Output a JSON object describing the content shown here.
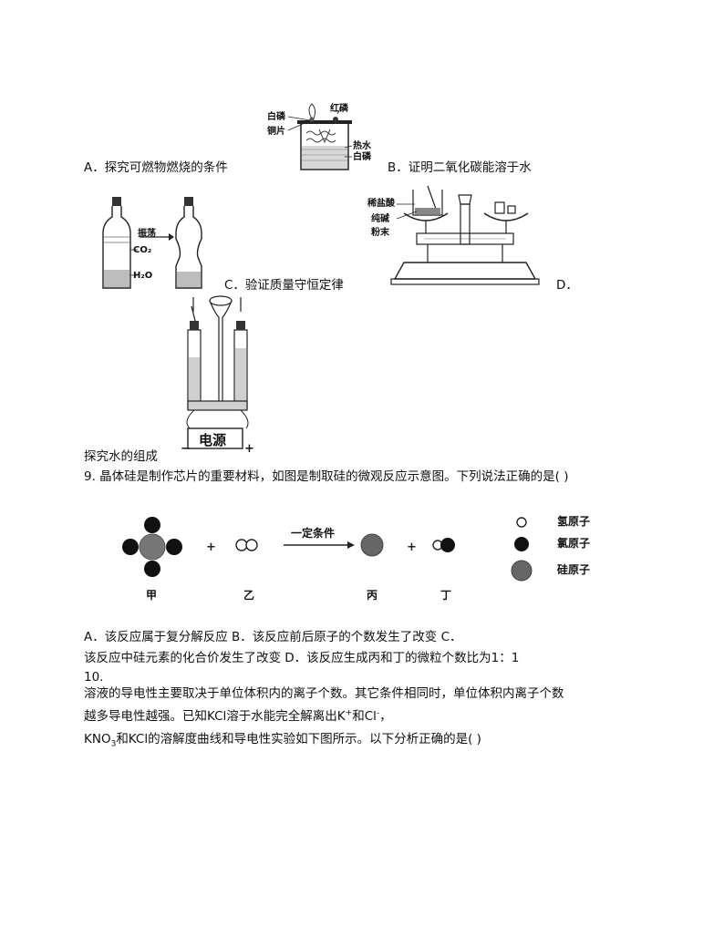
{
  "apparatus": {
    "burn": {
      "label_red_p": "红磷",
      "label_white_p": "白磷",
      "label_copper": "铜片",
      "label_hot_water": "热水",
      "label_white_p2": "白磷"
    },
    "bottle": {
      "label_shake": "振荡",
      "label_co2": "CO₂",
      "label_h2o": "H₂O"
    },
    "balance": {
      "label_acid": "稀盐酸",
      "label_soda": "纯碱",
      "label_powder": "粉末"
    },
    "electrolysis": {
      "label_power": "电源",
      "label_minus": "−",
      "label_plus": "+"
    }
  },
  "options_q8": {
    "a": "A．探究可燃物燃烧的条件",
    "b": "B．证明二氧化碳能溶于水",
    "c": "C．验证质量守恒定律",
    "d": "D．",
    "d_text": "探究水的组成"
  },
  "question9": {
    "stem": "9. 晶体硅是制作芯片的重要材料，如图是制取硅的微观反应示意图。下列说法正确的是(   )",
    "diagram": {
      "condition": "一定条件",
      "labels": [
        "甲",
        "乙",
        "丙",
        "丁"
      ],
      "plus": "+",
      "legend": [
        "氢原子",
        "氯原子",
        "硅原子"
      ]
    },
    "options_line1": "A．该反应属于复分解反应 B．该反应前后原子的个数发生了改变 C．",
    "options_line2": "该反应中硅元素的化合价发生了改变 D．该反应生成丙和丁的微粒个数比为1：1"
  },
  "question10": {
    "number": "10.",
    "line1": "溶液的导电性主要取决于单位体积内的离子个数。其它条件相同时，单位体积内离子个数",
    "line2_pre": "越多导电性越强。已知KCl溶于水能完全解离出K",
    "line2_sup1": "+",
    "line2_mid": "和Cl",
    "line2_sup2": "-",
    "line2_post": "，",
    "line3_pre": "KNO",
    "line3_sub": "3",
    "line3_post": "和KCl的溶解度曲线和导电性实验如下图所示。以下分析正确的是(   )"
  }
}
